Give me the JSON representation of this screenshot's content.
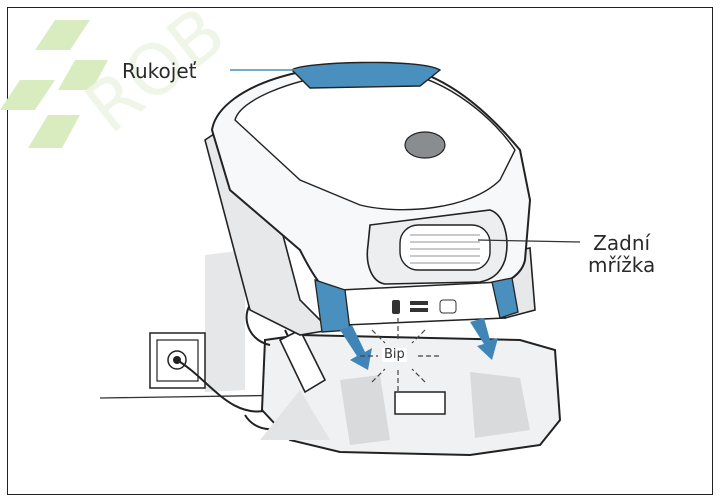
{
  "watermark": {
    "text": "ROBOTIKA",
    "color": "#d8ecc0"
  },
  "labels": {
    "handle": "Rukojeť",
    "rear_grille_line1": "Zadní",
    "rear_grille_line2": "mřížka",
    "beep": "Bip"
  },
  "colors": {
    "accent_blue": "#4a90bf",
    "arrow_blue": "#3f85b8",
    "body_white": "#f7f8f9",
    "shade_gray": "#d8dadc",
    "outline": "#1f1f1f"
  }
}
